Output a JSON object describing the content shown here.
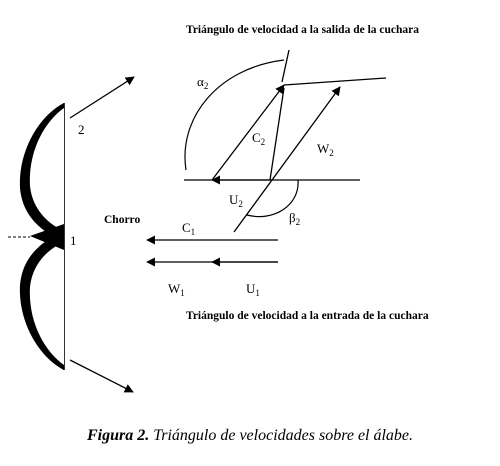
{
  "titles": {
    "outlet": "Triángulo de velocidad a la salida de la cuchara",
    "inlet": "Triángulo de velocidad a la entrada de la cuchara"
  },
  "points": {
    "p1": "1",
    "p2": "2"
  },
  "chorro": "Chorro",
  "labels": {
    "alpha2": {
      "base": "α",
      "sub": "2"
    },
    "c2": {
      "base": "C",
      "sub": "2"
    },
    "w2": {
      "base": "W",
      "sub": "2"
    },
    "u2": {
      "base": "U",
      "sub": "2"
    },
    "beta2": {
      "base": "β",
      "sub": "2"
    },
    "c1": {
      "base": "C",
      "sub": "1"
    },
    "w1": {
      "base": "W",
      "sub": "1"
    },
    "u1": {
      "base": "U",
      "sub": "1"
    }
  },
  "caption": {
    "prefix": "Figura 2.",
    "text": " Triángulo de velocidades sobre el álabe."
  }
}
